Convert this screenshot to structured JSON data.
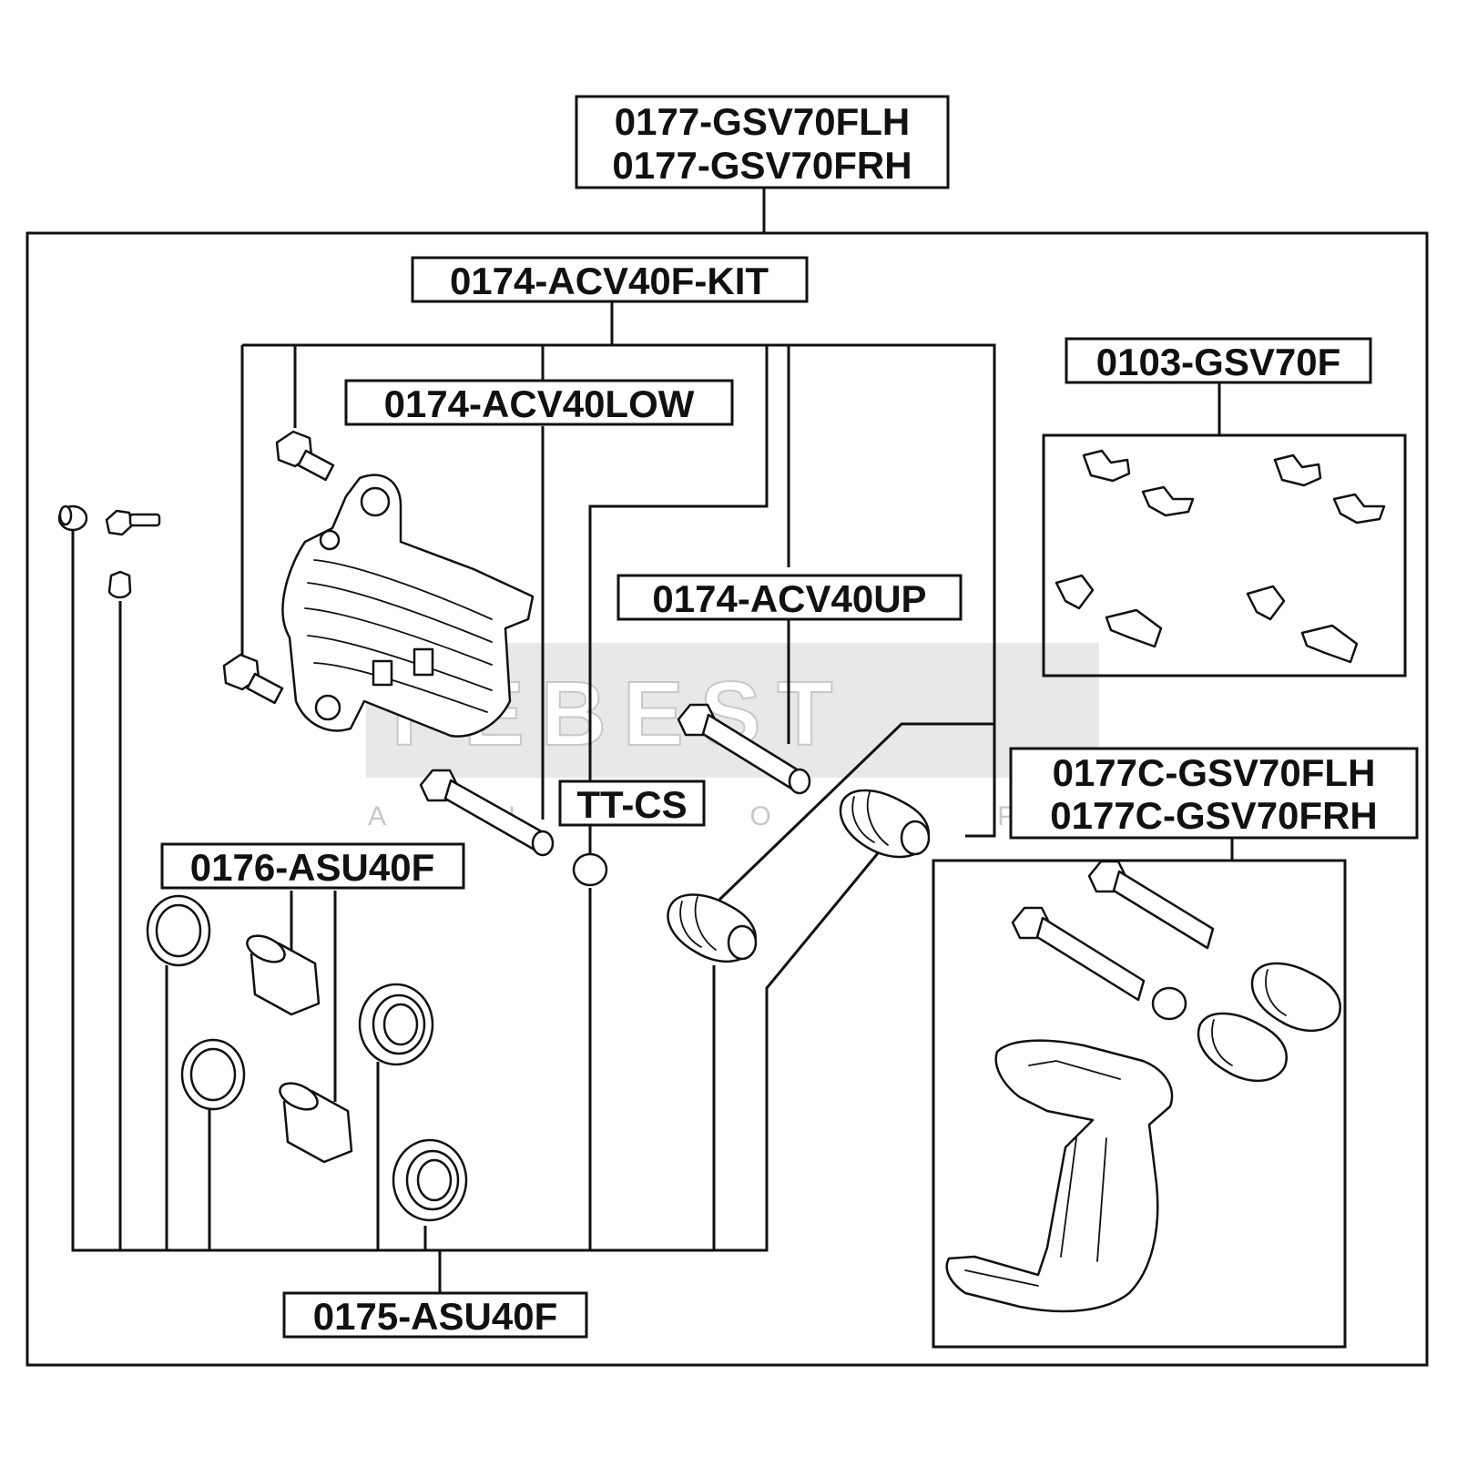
{
  "labels": {
    "assembly_lh": "0177-GSV70FLH",
    "assembly_rh": "0177-GSV70FRH",
    "kit": "0174-ACV40F-KIT",
    "pin_low": "0174-ACV40LOW",
    "pin_up": "0174-ACV40UP",
    "clip_kit": "0103-GSV70F",
    "bracket_lh": "0177C-GSV70FLH",
    "bracket_rh": "0177C-GSV70FRH",
    "bushing": "TT-CS",
    "piston": "0176-ASU40F",
    "seal_kit": "0175-ASU40F"
  },
  "watermark": {
    "brand": "FEBEST",
    "sub": "AUTO PARTS"
  },
  "colors": {
    "line": "#111111",
    "background": "#ffffff",
    "watermark": "#d6d6d6"
  }
}
